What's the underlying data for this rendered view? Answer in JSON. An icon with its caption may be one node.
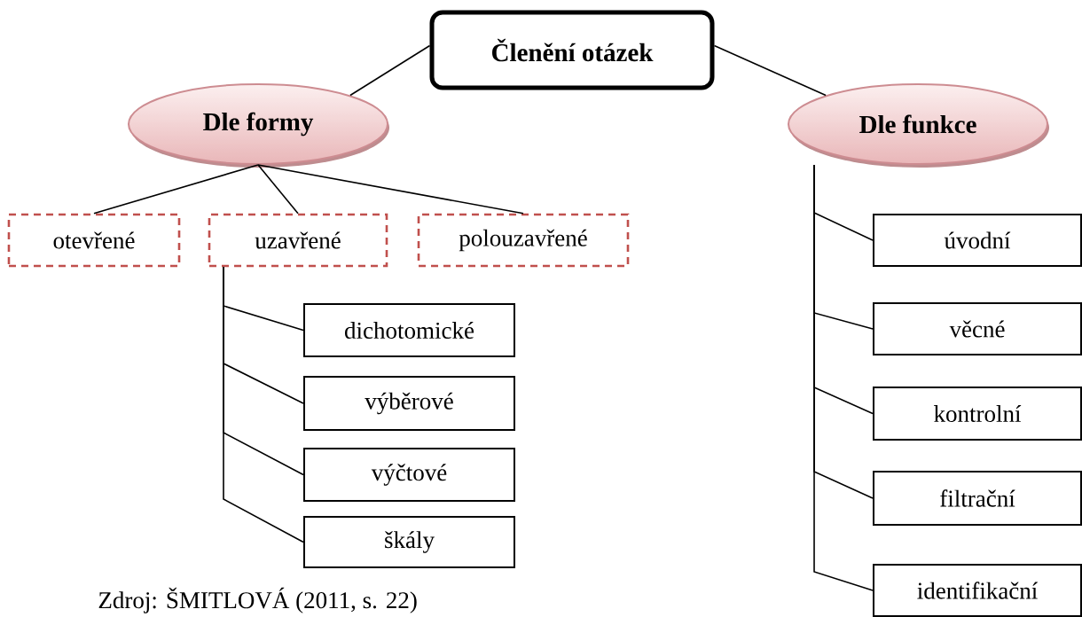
{
  "diagram": {
    "caption": "Zdroj: ŠMITLOVÁ (2011, s. 22)",
    "nodes": [
      {
        "text": [
          "Členění otázek"
        ]
      },
      {
        "text": [
          "Dle formy"
        ]
      },
      {
        "text": [
          "Dle funkce"
        ]
      },
      {
        "text": [
          "otevřené"
        ]
      },
      {
        "text": [
          "uzavřené"
        ]
      },
      {
        "text": [
          "polouzavřené"
        ]
      },
      {
        "text": [
          "dichotomické"
        ]
      },
      {
        "text": [
          "výběrové"
        ]
      },
      {
        "text": [
          "výčtové"
        ]
      },
      {
        "text": [
          "škály"
        ]
      },
      {
        "text": [
          "úvodní"
        ]
      },
      {
        "text": [
          "věcné"
        ]
      },
      {
        "text": [
          "kontrolní"
        ]
      },
      {
        "text": [
          "filtrační"
        ]
      },
      {
        "text": [
          "identifikační"
        ]
      }
    ],
    "edges": [
      {
        "from": 0,
        "to": 1,
        "arrow": "none"
      },
      {
        "from": 0,
        "to": 2,
        "arrow": "none"
      },
      {
        "from": 1,
        "to": 3,
        "arrow": "none"
      },
      {
        "from": 1,
        "to": 4,
        "arrow": "none"
      },
      {
        "from": 1,
        "to": 5,
        "arrow": "none"
      },
      {
        "from": 4,
        "to": 6,
        "arrow": "none"
      },
      {
        "from": 4,
        "to": 7,
        "arrow": "none"
      },
      {
        "from": 4,
        "to": 8,
        "arrow": "none"
      },
      {
        "from": 4,
        "to": 9,
        "arrow": "none"
      },
      {
        "from": 2,
        "to": 10,
        "arrow": "none"
      },
      {
        "from": 2,
        "to": 11,
        "arrow": "none"
      },
      {
        "from": 2,
        "to": 12,
        "arrow": "none"
      },
      {
        "from": 2,
        "to": 13,
        "arrow": "none"
      },
      {
        "from": 2,
        "to": 14,
        "arrow": "none"
      }
    ]
  }
}
